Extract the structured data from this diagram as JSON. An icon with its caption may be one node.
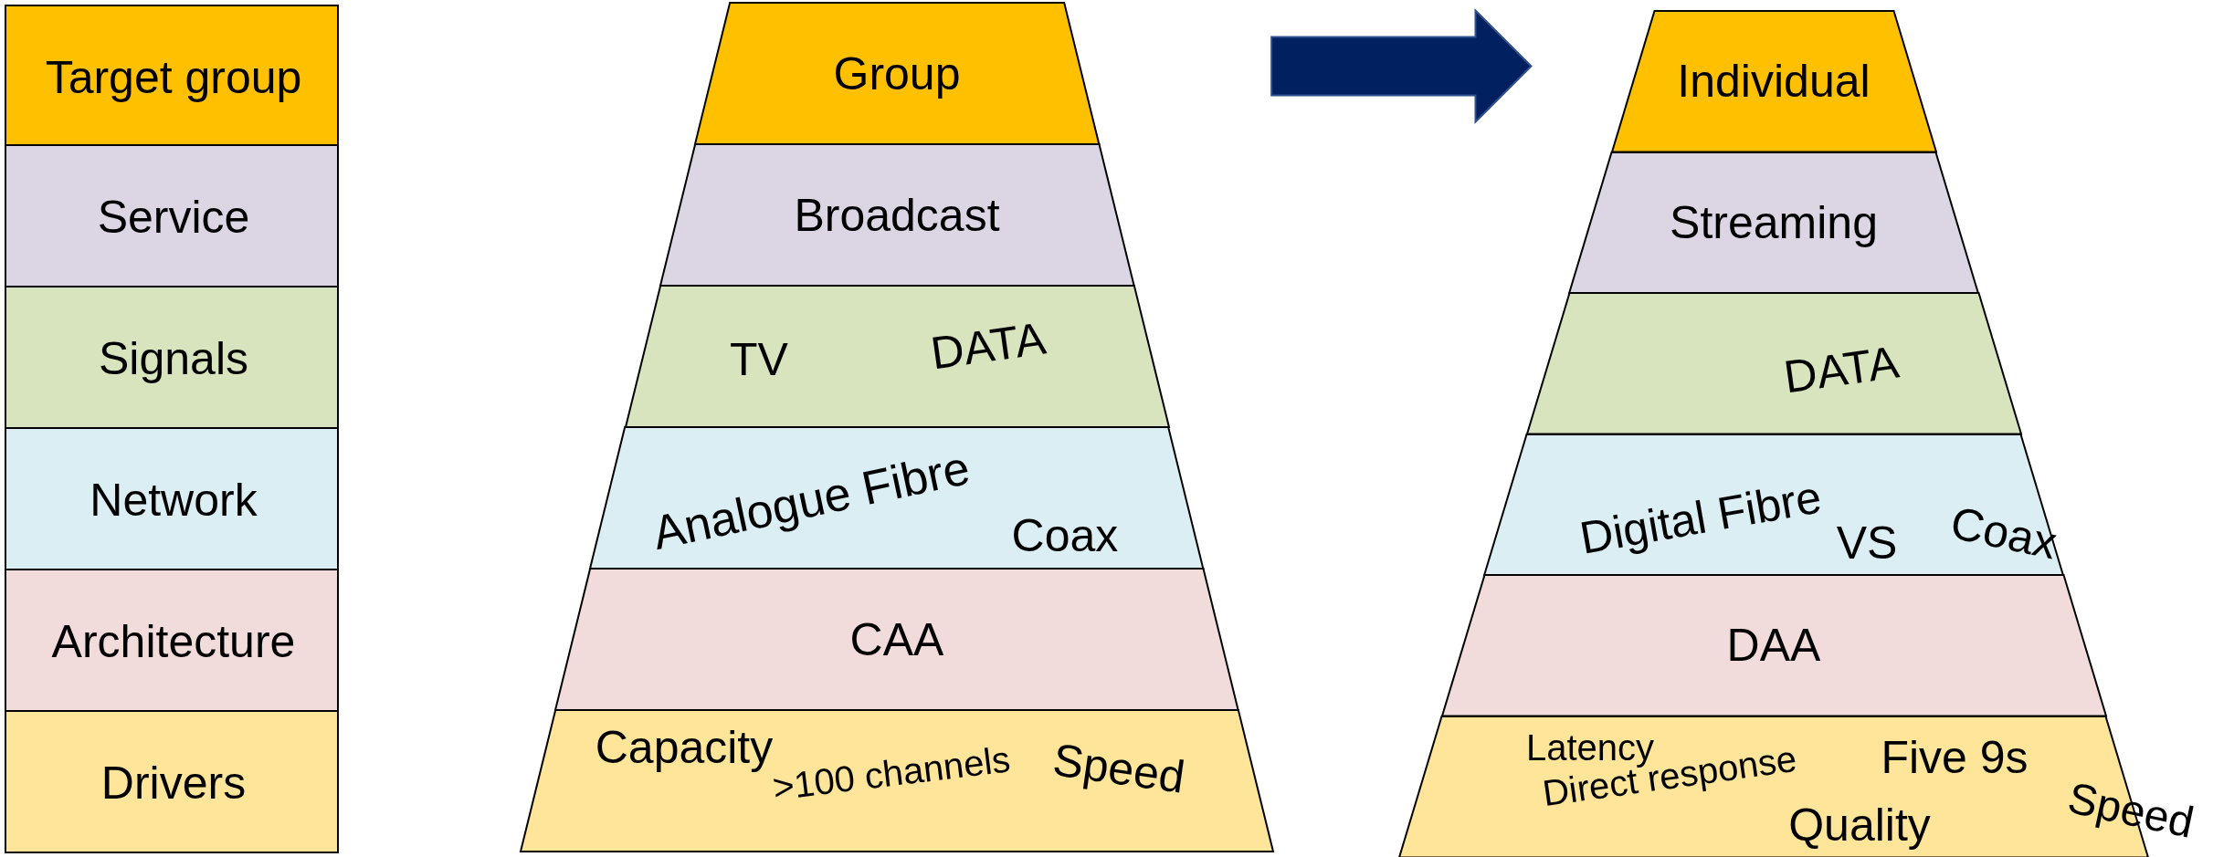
{
  "diagram": {
    "nodes": [
      {
        "text": [
          "Target group"
        ]
      },
      {
        "text": [
          "Service"
        ]
      },
      {
        "text": [
          "Signals"
        ]
      },
      {
        "text": [
          "Network"
        ]
      },
      {
        "text": [
          "Architecture"
        ]
      },
      {
        "text": [
          "Drivers"
        ]
      },
      {
        "text": [
          "Group"
        ]
      },
      {
        "text": [
          "Broadcast"
        ]
      },
      {
        "text": [
          "TV",
          "DATA"
        ]
      },
      {
        "text": [
          "Analogue Fibre",
          "Coax"
        ]
      },
      {
        "text": [
          "CAA"
        ]
      },
      {
        "text": [
          "Capacity",
          ">100 channels",
          "Speed"
        ]
      },
      {
        "text": [
          "Individual"
        ]
      },
      {
        "text": [
          "Streaming"
        ]
      },
      {
        "text": [
          "DATA"
        ]
      },
      {
        "text": [
          "Digital Fibre",
          "VS",
          "Coax"
        ]
      },
      {
        "text": [
          "DAA"
        ]
      },
      {
        "text": [
          "Latency",
          "Direct response",
          "Five 9s",
          "Quality",
          "Speed"
        ]
      }
    ],
    "edges": [
      {
        "from": 6,
        "to": 12,
        "arrow": "to"
      }
    ]
  }
}
